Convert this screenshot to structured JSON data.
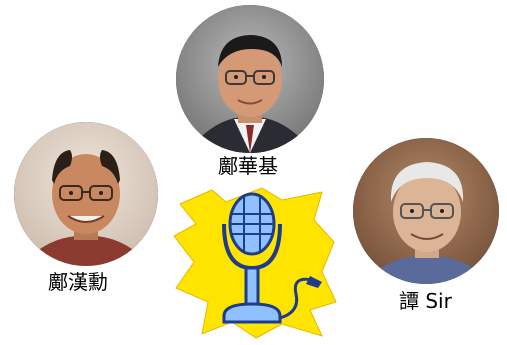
{
  "people": {
    "top": {
      "name": "鄺華基"
    },
    "left": {
      "name": "鄺漢勳"
    },
    "right": {
      "name": "譚 Sir"
    }
  },
  "icons": {
    "microphone": "microphone-clipart-icon"
  },
  "colors": {
    "background": "#ffffff",
    "clipart_yellow": "#ffe400",
    "clipart_blue": "#7fb4ff",
    "text": "#000000"
  }
}
